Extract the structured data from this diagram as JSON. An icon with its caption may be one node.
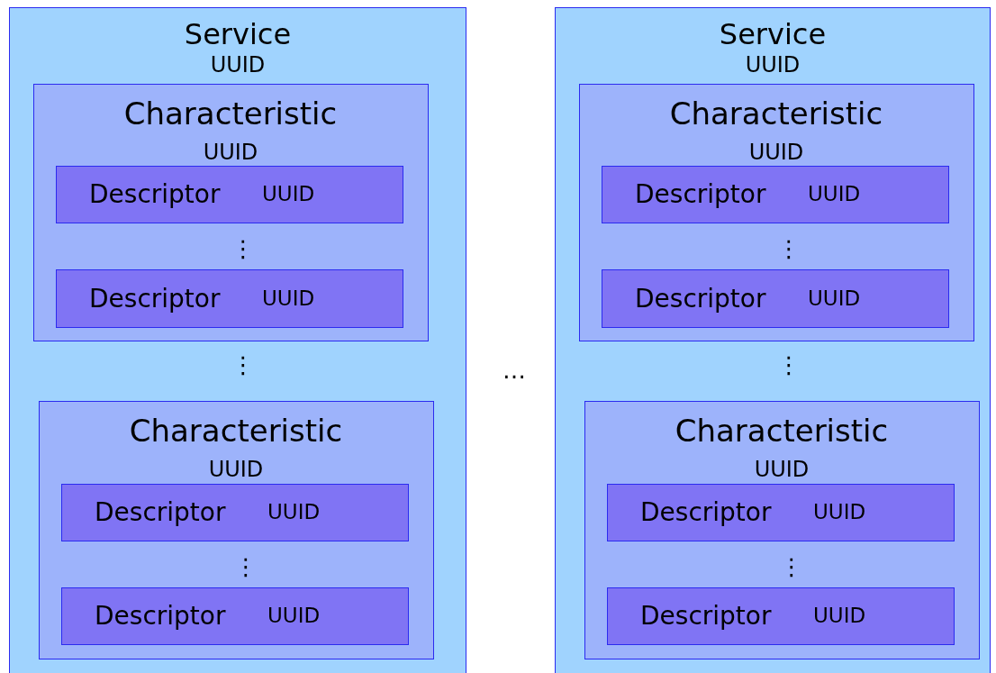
{
  "diagram": {
    "nodes": [
      {
        "text": [
          "Service",
          "UUID"
        ]
      },
      {
        "text": [
          "Characteristic",
          "UUID"
        ],
        "in": 0
      },
      {
        "text": [
          "Descriptor",
          "UUID"
        ],
        "in": 1
      },
      {
        "text": [
          "Descriptor",
          "UUID"
        ],
        "in": 1
      },
      {
        "text": [
          "Characteristic",
          "UUID"
        ],
        "in": 0
      },
      {
        "text": [
          "Descriptor",
          "UUID"
        ],
        "in": 4
      },
      {
        "text": [
          "Descriptor",
          "UUID"
        ],
        "in": 4
      },
      {
        "text": [
          "Service",
          "UUID"
        ]
      },
      {
        "text": [
          "Characteristic",
          "UUID"
        ],
        "in": 7
      },
      {
        "text": [
          "Descriptor",
          "UUID"
        ],
        "in": 8
      },
      {
        "text": [
          "Descriptor",
          "UUID"
        ],
        "in": 8
      },
      {
        "text": [
          "Characteristic",
          "UUID"
        ],
        "in": 7
      },
      {
        "text": [
          "Descriptor",
          "UUID"
        ],
        "in": 11
      },
      {
        "text": [
          "Descriptor",
          "UUID"
        ],
        "in": 11
      }
    ],
    "labels": [
      "⋮",
      "⋮",
      "⋮",
      "…",
      "⋮",
      "⋮",
      "⋮"
    ]
  }
}
